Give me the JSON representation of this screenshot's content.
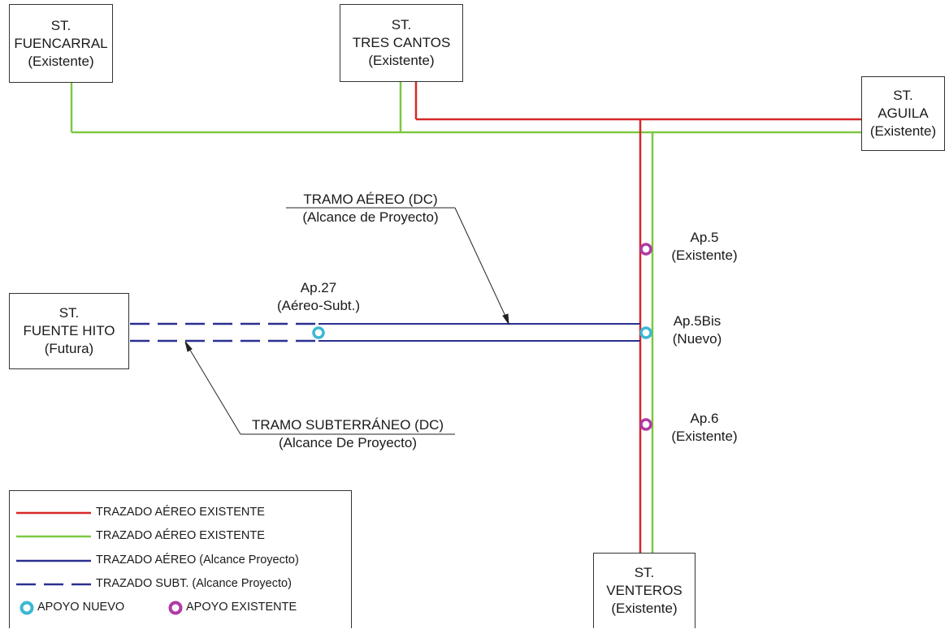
{
  "stations": {
    "fuencarral": {
      "line1": "ST.",
      "line2": "FUENCARRAL",
      "line3": "(Existente)"
    },
    "tres_cantos": {
      "line1": "ST.",
      "line2": "TRES CANTOS",
      "line3": "(Existente)"
    },
    "aguila": {
      "line1": "ST.",
      "line2": "AGUILA",
      "line3": "(Existente)"
    },
    "fuente_hito": {
      "line1": "ST.",
      "line2": "FUENTE HITO",
      "line3": "(Futura)"
    },
    "venteros": {
      "line1": "ST.",
      "line2": "VENTEROS",
      "line3": "(Existente)"
    }
  },
  "towers": {
    "ap5": {
      "name": "Ap.5",
      "status": "(Existente)",
      "type": "existing"
    },
    "ap5bis": {
      "name": "Ap.5Bis",
      "status": "(Nuevo)",
      "type": "new"
    },
    "ap6": {
      "name": "Ap.6",
      "status": "(Existente)",
      "type": "existing"
    },
    "ap27": {
      "name": "Ap.27",
      "status": "(Aéreo-Subt.)",
      "type": "new"
    }
  },
  "callouts": {
    "aerial": {
      "title": "TRAMO AÉREO (DC)",
      "subtitle": "(Alcance de Proyecto)"
    },
    "underground": {
      "title": "TRAMO SUBTERRÁNEO (DC)",
      "subtitle": "(Alcance De Proyecto)"
    }
  },
  "legend": {
    "items": [
      {
        "label": "TRAZADO AÉREO EXISTENTE",
        "color": "#d62828",
        "style": "solid"
      },
      {
        "label": "TRAZADO AÉREO EXISTENTE",
        "color": "#7cc842",
        "style": "solid"
      },
      {
        "label": "TRAZADO AÉREO (Alcance Proyecto)",
        "color": "#2b2f8f",
        "style": "solid"
      },
      {
        "label": "TRAZADO SUBT. (Alcance Proyecto)",
        "color": "#2b2f8f",
        "style": "dashed"
      }
    ],
    "new_support": "APOYO NUEVO",
    "existing_support": "APOYO EXISTENTE"
  },
  "colors": {
    "red": "#d62828",
    "green": "#7cc842",
    "blue": "#2b2f8f",
    "new_support": "#3bb8d4",
    "existing_support": "#b03aa5"
  }
}
